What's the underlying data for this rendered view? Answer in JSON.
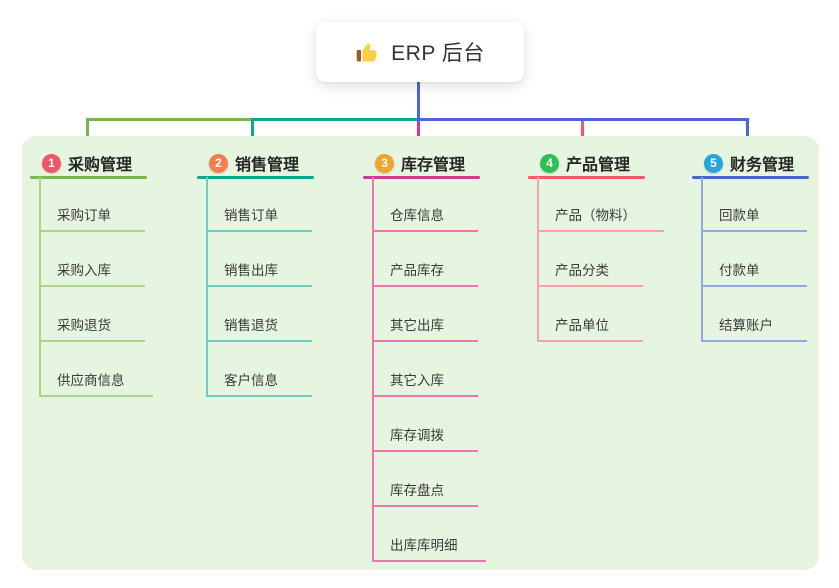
{
  "root": {
    "label": "ERP 后台",
    "icon": "thumbs-up-icon"
  },
  "colors": {
    "page_bg": "#ffffff",
    "panel_bg": "#e6f5df",
    "root_line": "#4c66d2",
    "green": "#7ab648",
    "teal": "#0ba78f",
    "magenta": "#cb3d92",
    "red": "#f8566a",
    "blue": "#4c66d2"
  },
  "branches": [
    {
      "badge": "1",
      "label": "采购管理",
      "badge_color": "#f05568",
      "line_color": "#7ab648",
      "sub_line_color": "#a9d489",
      "items": [
        "采购订单",
        "采购入库",
        "采购退货",
        "供应商信息"
      ]
    },
    {
      "badge": "2",
      "label": "销售管理",
      "badge_color": "#f57d4f",
      "line_color": "#0ba78f",
      "sub_line_color": "#6fccbe",
      "items": [
        "销售订单",
        "销售出库",
        "销售退货",
        "客户信息"
      ]
    },
    {
      "badge": "3",
      "label": "库存管理",
      "badge_color": "#f0a32f",
      "line_color": "#cb3d92",
      "sub_line_color": "#ee74b2",
      "items": [
        "仓库信息",
        "产品库存",
        "其它出库",
        "其它入库",
        "库存调拨",
        "库存盘点",
        "出库库明细"
      ]
    },
    {
      "badge": "4",
      "label": "产品管理",
      "badge_color": "#2fbf57",
      "line_color": "#f8566a",
      "sub_line_color": "#fba0a8",
      "items": [
        "产品（物料）",
        "产品分类",
        "产品单位"
      ]
    },
    {
      "badge": "5",
      "label": "财务管理",
      "badge_color": "#2ba3dc",
      "line_color": "#4565cd",
      "sub_line_color": "#92a8e2",
      "items": [
        "回款单",
        "付款单",
        "结算账户"
      ]
    }
  ]
}
